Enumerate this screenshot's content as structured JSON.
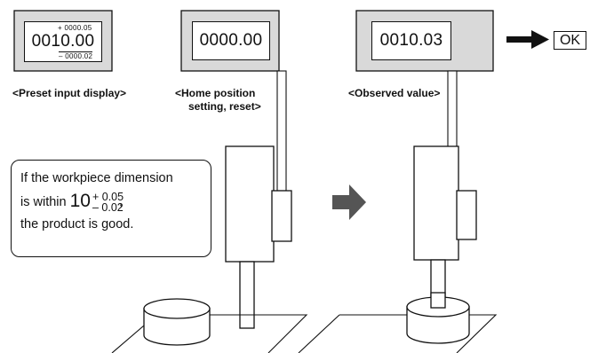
{
  "panels": {
    "preset": {
      "value": "0010.00",
      "upper_tolerance": "+ 0000.05",
      "lower_tolerance": "– 0000.02",
      "caption": "<Preset input display>"
    },
    "home": {
      "value": "0000.00",
      "caption_line1": "<Home position",
      "caption_line2": "setting, reset>"
    },
    "observed": {
      "value": "0010.03",
      "caption": "<Observed value>"
    }
  },
  "result": {
    "label": "OK"
  },
  "note": {
    "line1": "If the workpiece dimension",
    "line2_prefix": "is within ",
    "nominal": "10",
    "plus_tol": "+ 0.05",
    "minus_tol": "– 0.02",
    "line2_suffix": ",",
    "line3": "the product is good."
  },
  "colors": {
    "panel_fill": "#d9d9d9",
    "step_arrow": "#555555",
    "ink": "#111111"
  },
  "icons": {
    "step_arrow": "gray-right-arrow-icon",
    "result_arrow": "black-right-arrow-icon"
  }
}
